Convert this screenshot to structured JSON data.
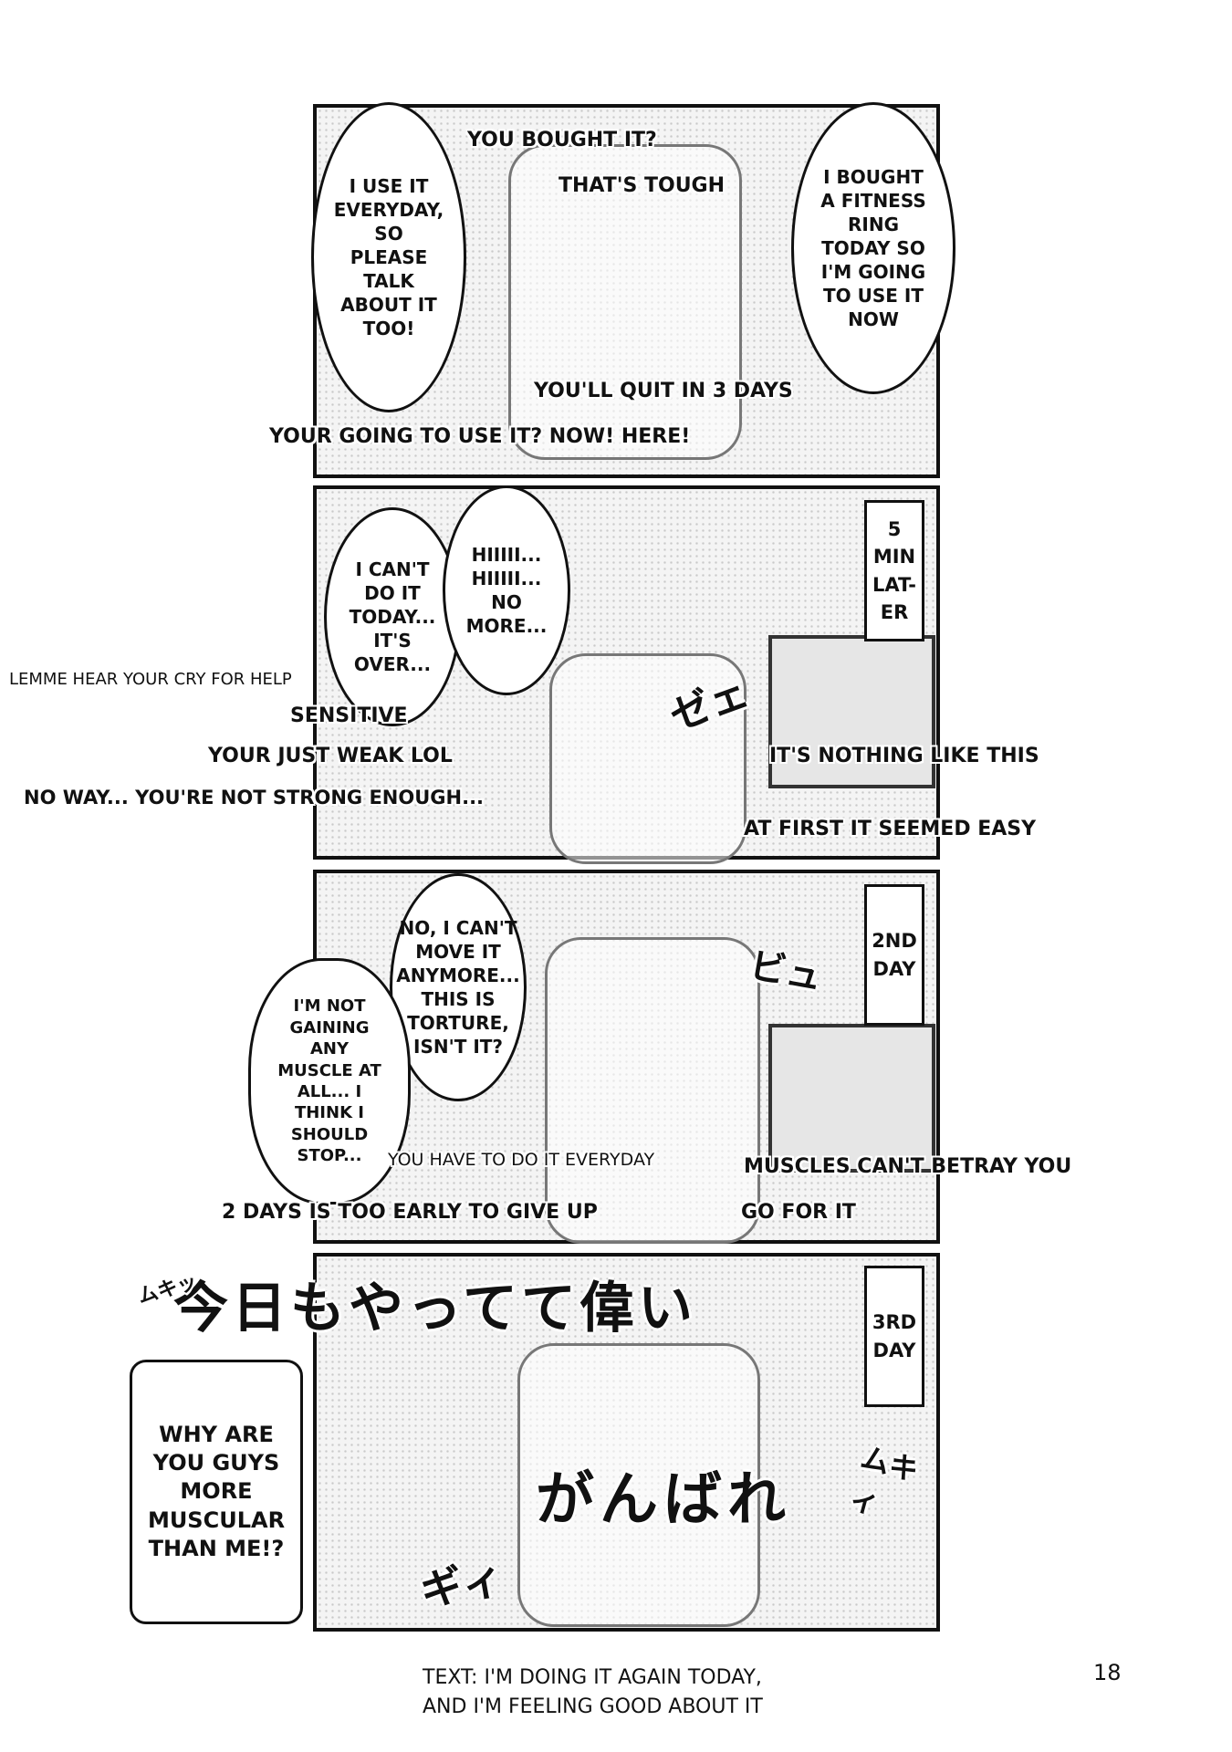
{
  "panel1": {
    "bubble_left": "I USE IT\nEVERYDAY,\nSO\nPLEASE\nTALK\nABOUT IT\nTOO!",
    "bubble_right": "I BOUGHT\nA FITNESS\nRING\nTODAY SO\nI'M GOING\nTO USE IT\nNOW",
    "chat_1": "YOU BOUGHT IT?",
    "chat_2": "THAT'S TOUGH",
    "chat_3": "YOU'LL QUIT IN 3 DAYS",
    "chat_4": "YOUR GOING TO USE IT? NOW! HERE!"
  },
  "panel2": {
    "caption": "5\nMIN\nLAT-\nER",
    "bubble_left": "I CAN'T\nDO IT\nTODAY...\nIT'S\nOVER...",
    "bubble_right": "HIIIII...\nHIIIII...\nNO\nMORE...",
    "chat_1": "LEMME HEAR YOUR CRY FOR HELP",
    "chat_2": "SENSITIVE",
    "chat_3": "YOUR JUST WEAK LOL",
    "chat_4": "NO WAY... YOU'RE NOT STRONG ENOUGH...",
    "chat_5": "IT'S NOTHING LIKE THIS",
    "chat_6": "AT FIRST IT SEEMED EASY",
    "sfx": "ゼェ"
  },
  "panel3": {
    "caption": "2ND\nDAY",
    "bubble_left": "I'M NOT\nGAINING\nANY\nMUSCLE AT\nALL... I\nTHINK I\nSHOULD\nSTOP...",
    "bubble_right": "NO, I CAN'T\nMOVE IT\nANYMORE...\nTHIS IS\nTORTURE,\nISN'T IT?",
    "chat_1": "YOU HAVE TO DO IT EVERYDAY",
    "chat_2": "MUSCLES CAN'T BETRAY YOU",
    "chat_3": "2 DAYS IS TOO EARLY TO GIVE UP",
    "chat_4": "GO FOR IT",
    "sfx": "ビュ"
  },
  "panel4": {
    "caption": "3RD\nDAY",
    "shout": "WHY ARE\nYOU GUYS\nMORE\nMUSCULAR\nTHAN ME!?",
    "title_jp": "今日もやってて偉い",
    "sfx_jp": "がんばれ",
    "sfx_2": "ムキッ",
    "sfx_3": "ムキィ",
    "sfx_4": "ギィ"
  },
  "footer": {
    "note_line1": "TEXT: I'M DOING IT AGAIN TODAY,",
    "note_line2": "AND I'M FEELING GOOD ABOUT IT",
    "page_number": "18"
  }
}
